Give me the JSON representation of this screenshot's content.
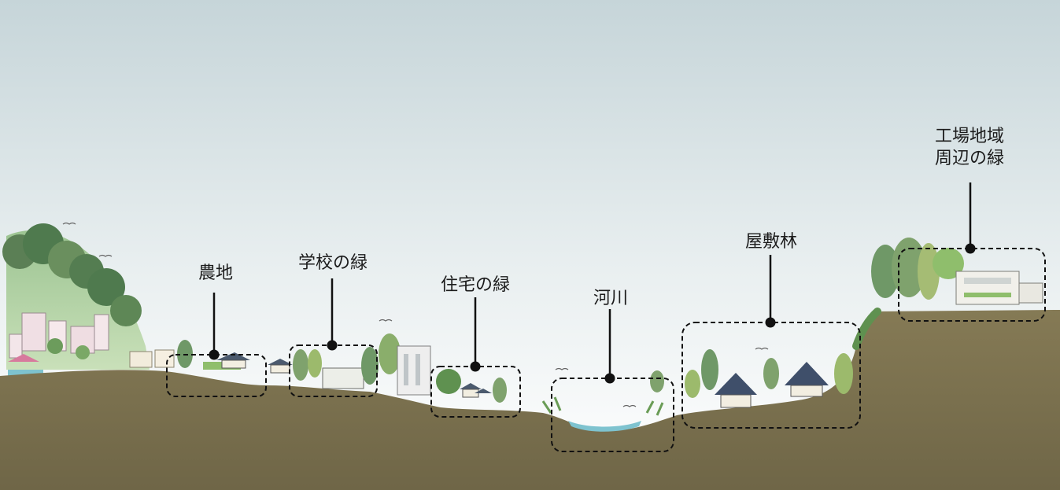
{
  "labels": {
    "farmland": "農地",
    "school_green": "学校の緑",
    "residential_green": "住宅の緑",
    "river": "河川",
    "estate_forest": "屋敷林",
    "factory_green_line1": "工場地域",
    "factory_green_line2": "周辺の緑"
  },
  "colors": {
    "sky_top": "#c7d6da",
    "sky_bottom": "#ffffff",
    "ground": "#7a704e",
    "tree_dark": "#4f7a4e",
    "tree_light": "#9cba6c",
    "water": "#7ec3cf",
    "callout": "#111111"
  }
}
